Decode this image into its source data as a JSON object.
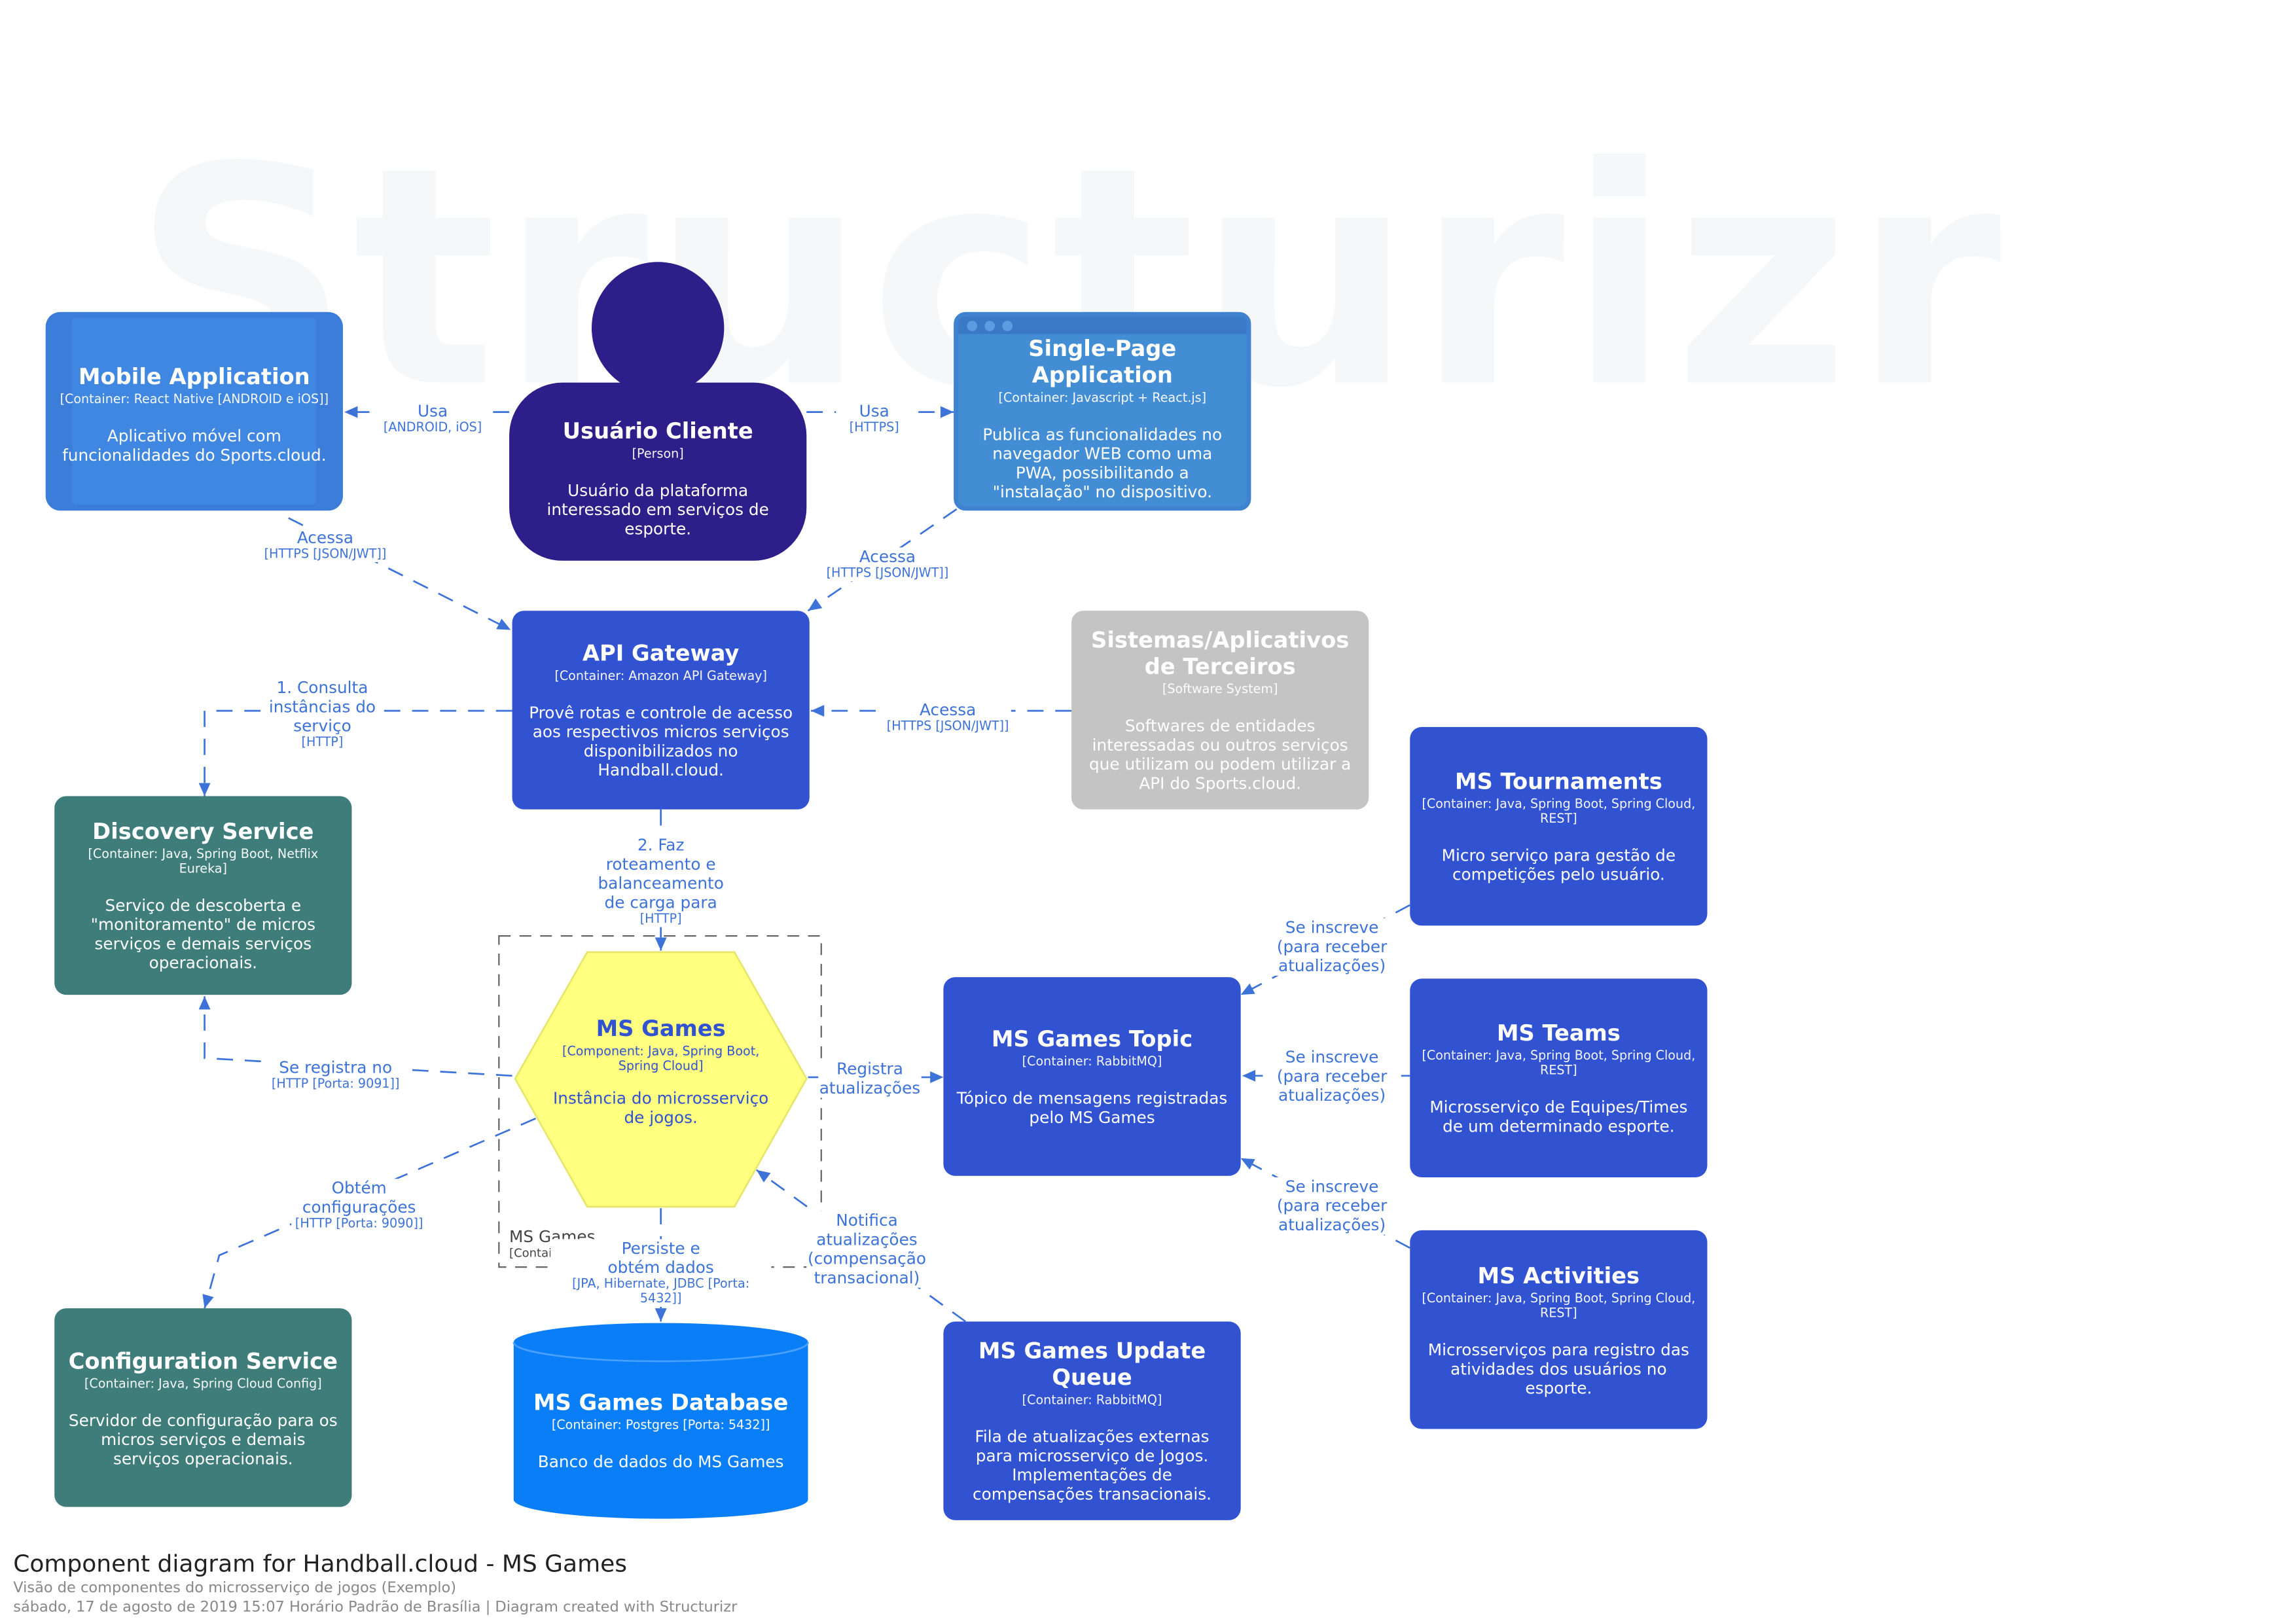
{
  "watermark": "Structurizr",
  "colors": {
    "person": "#2e1e8a",
    "mobile": "#3b7dd8",
    "spa": "#438dd5",
    "gateway": "#3152d1",
    "external": "#c4c4c4",
    "teal": "#3f7d7a",
    "component": "#ffff80",
    "database": "#0a7ef6",
    "edge": "#3d73d9"
  },
  "nodes": {
    "mobile": {
      "title": "Mobile Application",
      "tech": "[Container: React Native [ANDROID e iOS]]",
      "desc": "Aplicativo móvel com funcionalidades do Sports.cloud."
    },
    "user": {
      "title": "Usuário Cliente",
      "tech": "[Person]",
      "desc": "Usuário da plataforma interessado em serviços de esporte."
    },
    "spa": {
      "title": "Single-Page Application",
      "tech": "[Container: Javascript + React.js]",
      "desc": "Publica as funcionalidades no navegador WEB como uma PWA, possibilitando a \"instalação\" no dispositivo."
    },
    "gateway": {
      "title": "API Gateway",
      "tech": "[Container: Amazon API Gateway]",
      "desc": "Provê rotas e controle de acesso aos respectivos micros serviços disponibilizados no Handball.cloud."
    },
    "thirdparty": {
      "title": "Sistemas/Aplicativos de Terceiros",
      "tech": "[Software System]",
      "desc": "Softwares de entidades interessadas ou outros serviços que utilizam ou podem utilizar a API do Sports.cloud."
    },
    "discovery": {
      "title": "Discovery Service",
      "tech": "[Container: Java, Spring Boot, Netflix Eureka]",
      "desc": "Serviço de descoberta e \"monitoramento\" de micros serviços e demais serviços operacionais."
    },
    "msgames": {
      "title": "MS Games",
      "tech": "[Component: Java, Spring Boot, Spring Cloud]",
      "desc": "Instância do microsserviço de jogos."
    },
    "topic": {
      "title": "MS Games Topic",
      "tech": "[Container: RabbitMQ]",
      "desc": "Tópico de mensagens registradas pelo MS Games"
    },
    "tournaments": {
      "title": "MS Tournaments",
      "tech": "[Container: Java, Spring Boot, Spring Cloud, REST]",
      "desc": "Micro serviço para gestão de competições pelo usuário."
    },
    "teams": {
      "title": "MS Teams",
      "tech": "[Container: Java, Spring Boot, Spring Cloud, REST]",
      "desc": "Microsserviço de Equipes/Times de um determinado esporte."
    },
    "activities": {
      "title": "MS Activities",
      "tech": "[Container: Java, Spring Boot, Spring Cloud, REST]",
      "desc": "Microsserviços para registro das atividades dos usuários no esporte."
    },
    "config": {
      "title": "Configuration Service",
      "tech": "[Container: Java, Spring Cloud Config]",
      "desc": "Servidor de configuração para os micros serviços e demais serviços operacionais."
    },
    "database": {
      "title": "MS Games Database",
      "tech": "[Container: Postgres [Porta: 5432]]",
      "desc": "Banco de dados do MS Games"
    },
    "queue": {
      "title": "MS Games Update Queue",
      "tech": "[Container: RabbitMQ]",
      "desc": "Fila de atualizações externas para microsserviço de Jogos. Implementações de compensações transacionais."
    }
  },
  "boundary": {
    "label": "MS Games",
    "sub": "[Container]"
  },
  "edges": {
    "user_mobile": {
      "label": "Usa",
      "tech": "[ANDROID, iOS]"
    },
    "user_spa": {
      "label": "Usa",
      "tech": "[HTTPS]"
    },
    "mobile_gateway": {
      "label": "Acessa",
      "tech": "[HTTPS [JSON/JWT]]"
    },
    "spa_gateway": {
      "label": "Acessa",
      "tech": "[HTTPS [JSON/JWT]]"
    },
    "third_gateway": {
      "label": "Acessa",
      "tech": "[HTTPS [JSON/JWT]]"
    },
    "gateway_discovery": {
      "label": "1. Consulta instâncias do serviço",
      "tech": "[HTTP]"
    },
    "gateway_games": {
      "label": "2. Faz roteamento e balanceamento de carga para",
      "tech": "[HTTP]"
    },
    "games_discovery": {
      "label": "Se registra no",
      "tech": "[HTTP [Porta: 9091]]"
    },
    "games_config": {
      "label": "Obtém configurações",
      "tech": "[HTTP [Porta: 9090]]"
    },
    "games_topic": {
      "label": "Registra atualizações",
      "tech": ""
    },
    "games_db": {
      "label": "Persiste e obtém dados",
      "tech": "[JPA, Hibernate, JDBC [Porta: 5432]]"
    },
    "queue_games": {
      "label": "Notifica atualizações (compensação transacional)",
      "tech": ""
    },
    "tournaments_topic": {
      "label": "Se inscreve (para receber atualizações)",
      "tech": ""
    },
    "teams_topic": {
      "label": "Se inscreve (para receber atualizações)",
      "tech": ""
    },
    "activities_topic": {
      "label": "Se inscreve (para receber atualizações)",
      "tech": ""
    }
  },
  "footer": {
    "title": "Component diagram for Handball.cloud - MS Games",
    "subtitle": "Visão de componentes do microsserviço de jogos (Exemplo)",
    "meta": "sábado, 17 de agosto de 2019 15:07 Horário Padrão de Brasília | Diagram created with Structurizr"
  }
}
